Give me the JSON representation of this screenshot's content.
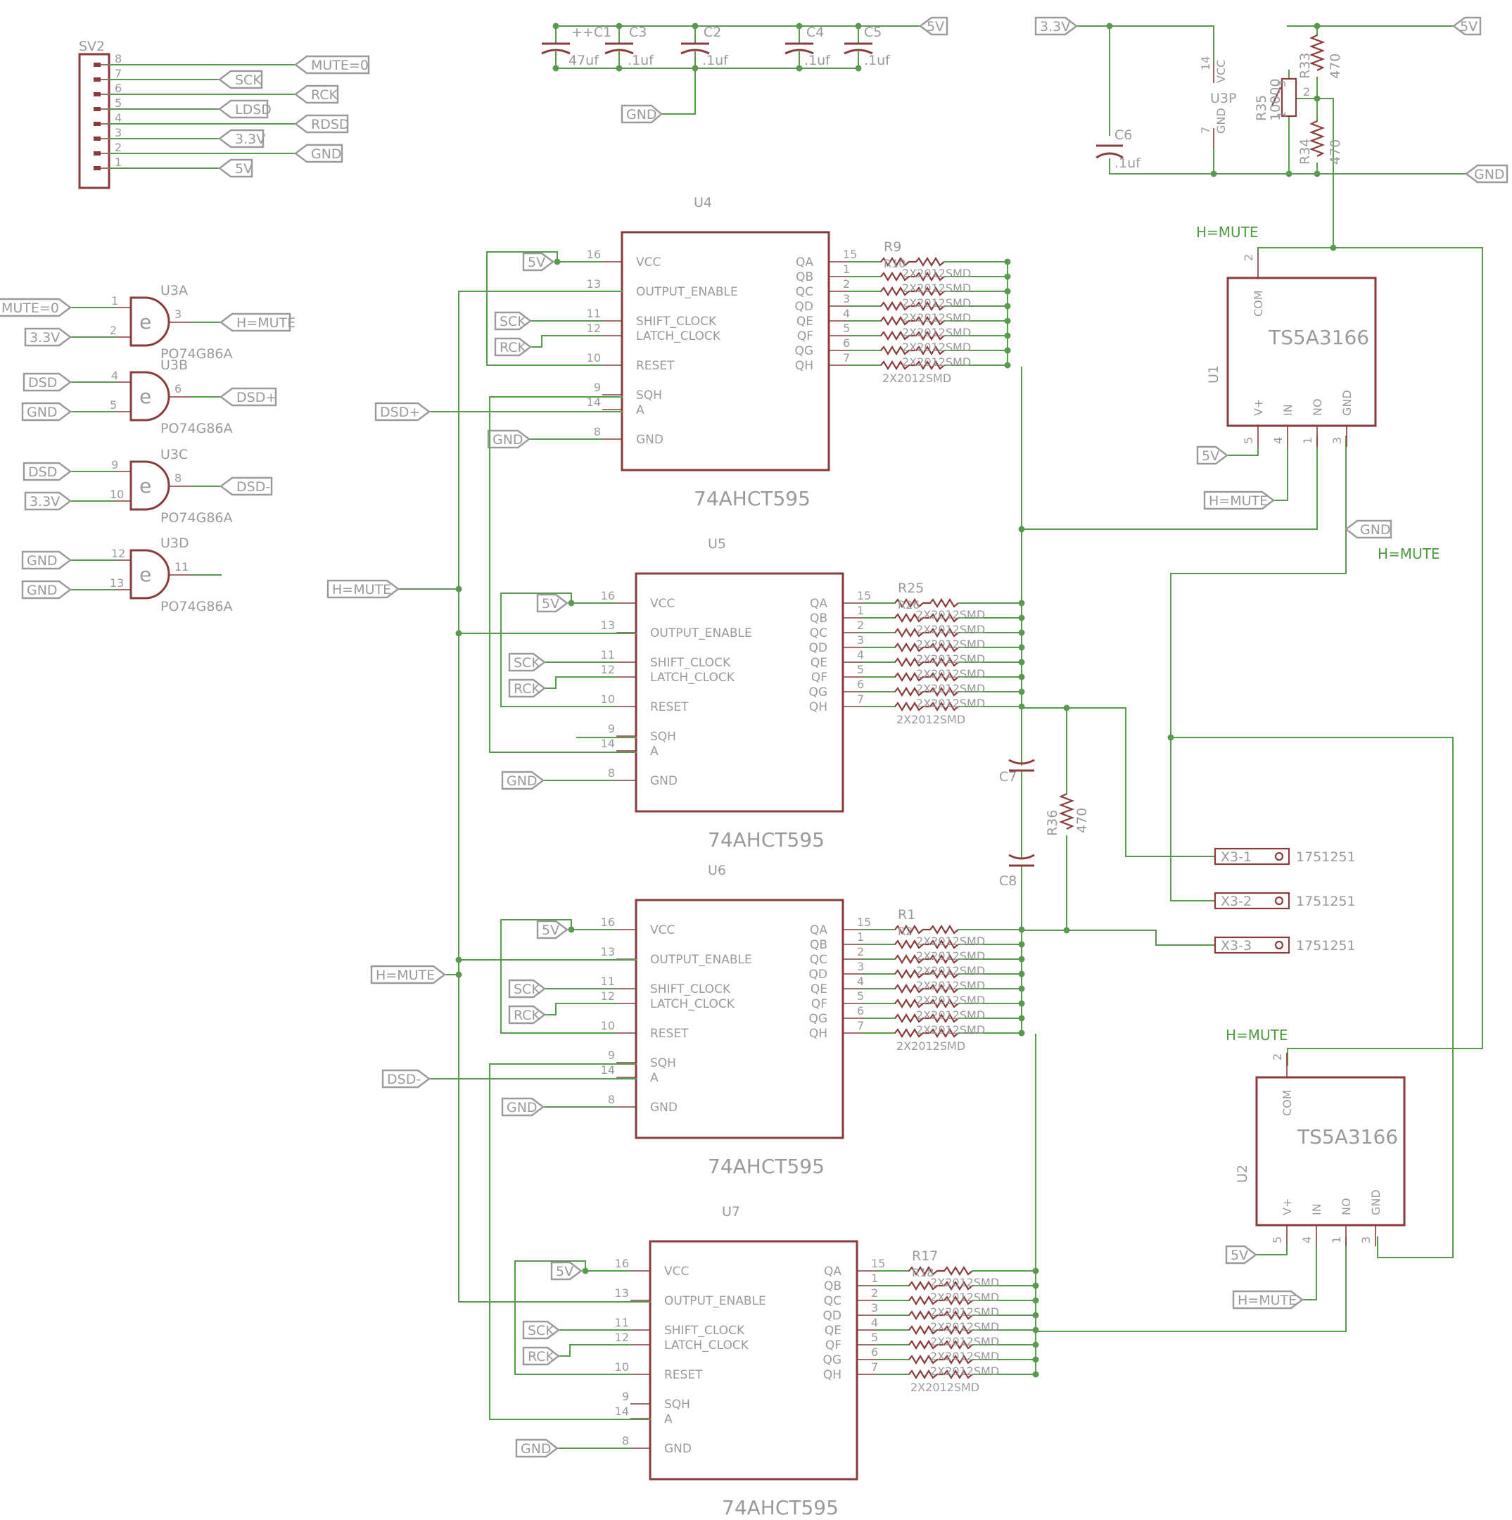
{
  "connector": {
    "name": "SV2",
    "pins": [
      "8",
      "7",
      "6",
      "5",
      "4",
      "3",
      "2",
      "1"
    ],
    "nets": [
      "MUTE=0",
      "SCK",
      "RCK",
      "LDSD",
      "RDSD",
      "3.3V",
      "GND",
      "5V"
    ]
  },
  "caps": {
    "c1": "++C1",
    "c1v": "47uf",
    "c3": "C3",
    "c2": "C2",
    "c4": "C4",
    "c5": "C5",
    "cv": ".1uf",
    "c6": "C6",
    "c7": "C7",
    "c8": "C8"
  },
  "power": {
    "p5v": "5V",
    "p33": "3.3V",
    "gnd": "GND"
  },
  "supply": {
    "u3p": "U3P",
    "vcc": "VCC",
    "gnd": "GND",
    "pin14": "14",
    "pin7": "7",
    "r33": "R33",
    "r34": "R34",
    "r35": "R35",
    "r35v": "10000",
    "v470": "470",
    "pin3": "3",
    "pin2": "2",
    "pin1": "1"
  },
  "gates": {
    "u3a": "U3A",
    "u3b": "U3B",
    "u3c": "U3C",
    "u3d": "U3D",
    "part": "PO74G86A",
    "sym": "e",
    "a": {
      "in1": "MUTE=0",
      "in2": "3.3V",
      "out": "H=MUTE",
      "p1": "1",
      "p2": "2",
      "p3": "3"
    },
    "b": {
      "in1": "DSD",
      "in2": "GND",
      "out": "DSD+",
      "p1": "4",
      "p2": "5",
      "p3": "6"
    },
    "c": {
      "in1": "DSD",
      "in2": "3.3V",
      "out": "DSD-",
      "p1": "9",
      "p2": "10",
      "p3": "8"
    },
    "d": {
      "in1": "GND",
      "in2": "GND",
      "p1": "12",
      "p2": "13",
      "p3": "11"
    }
  },
  "shift_regs": {
    "part": "74AHCT595",
    "u4": "U4",
    "u5": "U5",
    "u6": "U6",
    "u7": "U7",
    "left_pins": [
      {
        "num": "16",
        "name": "VCC"
      },
      {
        "num": "13",
        "name": "OUTPUT_ENABLE"
      },
      {
        "num": "11",
        "name": "SHIFT_CLOCK"
      },
      {
        "num": "12",
        "name": "LATCH_CLOCK"
      },
      {
        "num": "10",
        "name": "RESET"
      },
      {
        "num": "9",
        "name": "SQH"
      },
      {
        "num": "14",
        "name": "A"
      },
      {
        "num": "8",
        "name": "GND"
      }
    ],
    "right_pins": [
      {
        "num": "15",
        "name": "QA"
      },
      {
        "num": "1",
        "name": "QB"
      },
      {
        "num": "2",
        "name": "QC"
      },
      {
        "num": "3",
        "name": "QD"
      },
      {
        "num": "4",
        "name": "QE"
      },
      {
        "num": "5",
        "name": "QF"
      },
      {
        "num": "6",
        "name": "QG"
      },
      {
        "num": "7",
        "name": "QH"
      }
    ],
    "nets": {
      "p5v": "5V",
      "sck": "SCK",
      "rck": "RCK",
      "gnd": "GND",
      "dsdp": "DSD+",
      "dsdm": "DSD-",
      "hmute": "H=MUTE"
    },
    "rnet_part": "2X2012SMD",
    "r_first": {
      "u4": "R9",
      "u5": "R25",
      "u6": "R1",
      "u7": "R17"
    },
    "r_second": {
      "u4": "R10",
      "u5": "R26",
      "u6": "R2",
      "u7": "R18"
    }
  },
  "switches": {
    "part": "TS5A3166",
    "u1": "U1",
    "u2": "U2",
    "com": "COM",
    "vp": "V+",
    "in": "IN",
    "no": "NO",
    "gnd": "GND",
    "p2": "2",
    "p5": "5",
    "p4": "4",
    "p1": "1",
    "p3": "3",
    "hmute": "H=MUTE",
    "p5v": "5V"
  },
  "output": {
    "r36": "R36",
    "v470": "470",
    "x1": "X3-1",
    "x2": "X3-2",
    "x3": "X3-3",
    "part": "1751251"
  }
}
